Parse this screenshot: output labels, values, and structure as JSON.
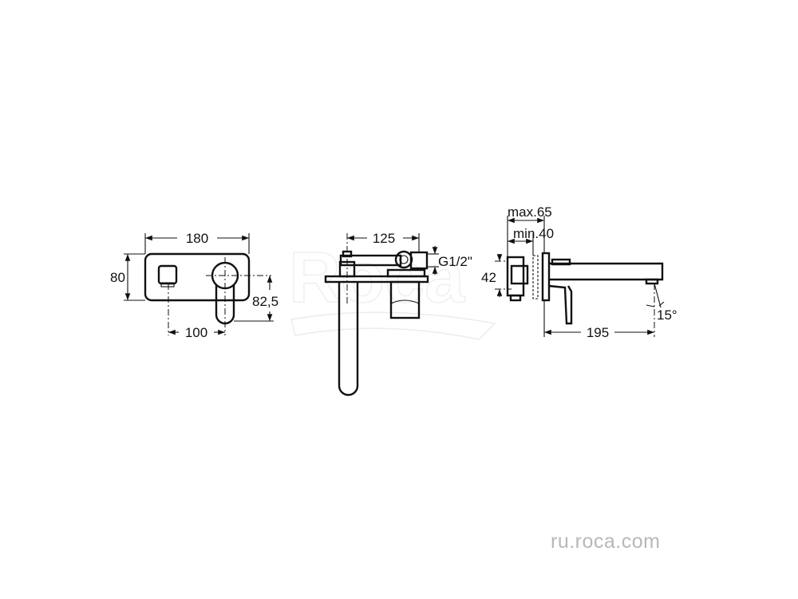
{
  "watermark": {
    "logo_text": "Roca"
  },
  "front_view": {
    "width_label": "180",
    "height_label": "80",
    "lever_offset_label": "82,5",
    "spacing_label": "100"
  },
  "section_view": {
    "depth_label": "125",
    "thread_label": "G1/2\""
  },
  "side_view": {
    "max_label": "max.65",
    "min_label": "min.40",
    "height_label": "42",
    "spout_label": "195",
    "angle_label": "15°"
  },
  "footer": {
    "website": "ru.roca.com"
  }
}
